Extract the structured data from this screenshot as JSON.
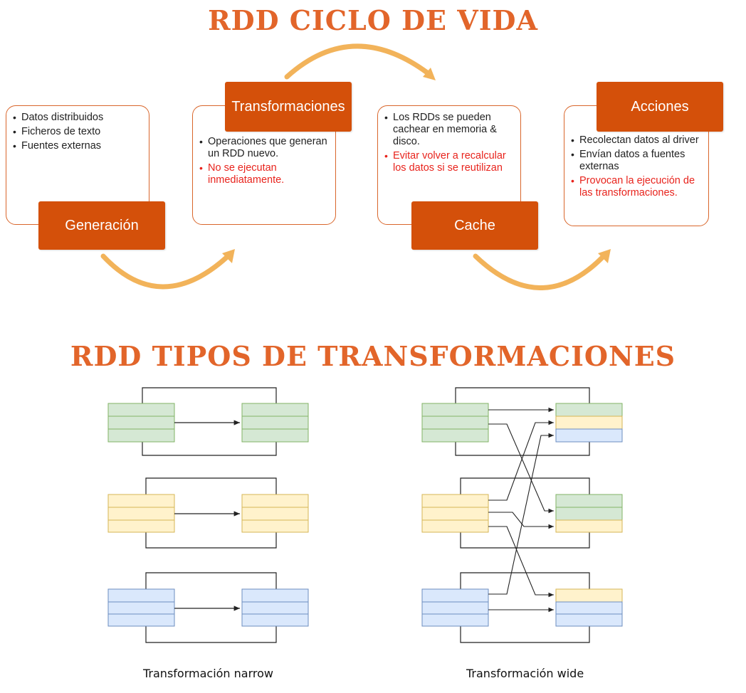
{
  "titles": {
    "lifecycle": "RDD CICLO DE VIDA",
    "transform_types": "RDD TIPOS DE TRANSFORMACIONES"
  },
  "lifecycle": {
    "generacion": {
      "label": "Generación",
      "items": [
        {
          "text": "Datos distribuidos",
          "highlight": false
        },
        {
          "text": "Ficheros de texto",
          "highlight": false
        },
        {
          "text": "Fuentes externas",
          "highlight": false
        }
      ]
    },
    "transformaciones": {
      "label": "Transformaciones",
      "items": [
        {
          "text": "Operaciones que generan un RDD nuevo.",
          "highlight": false
        },
        {
          "text": "No se ejecutan inmediatamente.",
          "highlight": true
        }
      ]
    },
    "cache": {
      "label": "Cache",
      "items": [
        {
          "text": "Los RDDs se pueden cachear en memoria & disco.",
          "highlight": false
        },
        {
          "text": "Evitar volver a recalcular los datos si se reutilizan",
          "highlight": true
        }
      ]
    },
    "acciones": {
      "label": "Acciones",
      "items": [
        {
          "text": "Recolectan datos al driver",
          "highlight": false
        },
        {
          "text": "Envían datos a fuentes externas",
          "highlight": false
        },
        {
          "text": "Provocan la ejecución de las transformaciones.",
          "highlight": true
        }
      ]
    }
  },
  "transformations": {
    "narrow_caption": "Transformación narrow",
    "wide_caption": "Transformación wide"
  },
  "colors": {
    "accent": "#d4500a",
    "title": "#e2652a",
    "highlight_text": "#e8231c",
    "arrow": "#f2b35a",
    "green": "#d5e8d4",
    "yellow": "#fff2cc",
    "blue": "#dae8fc"
  }
}
